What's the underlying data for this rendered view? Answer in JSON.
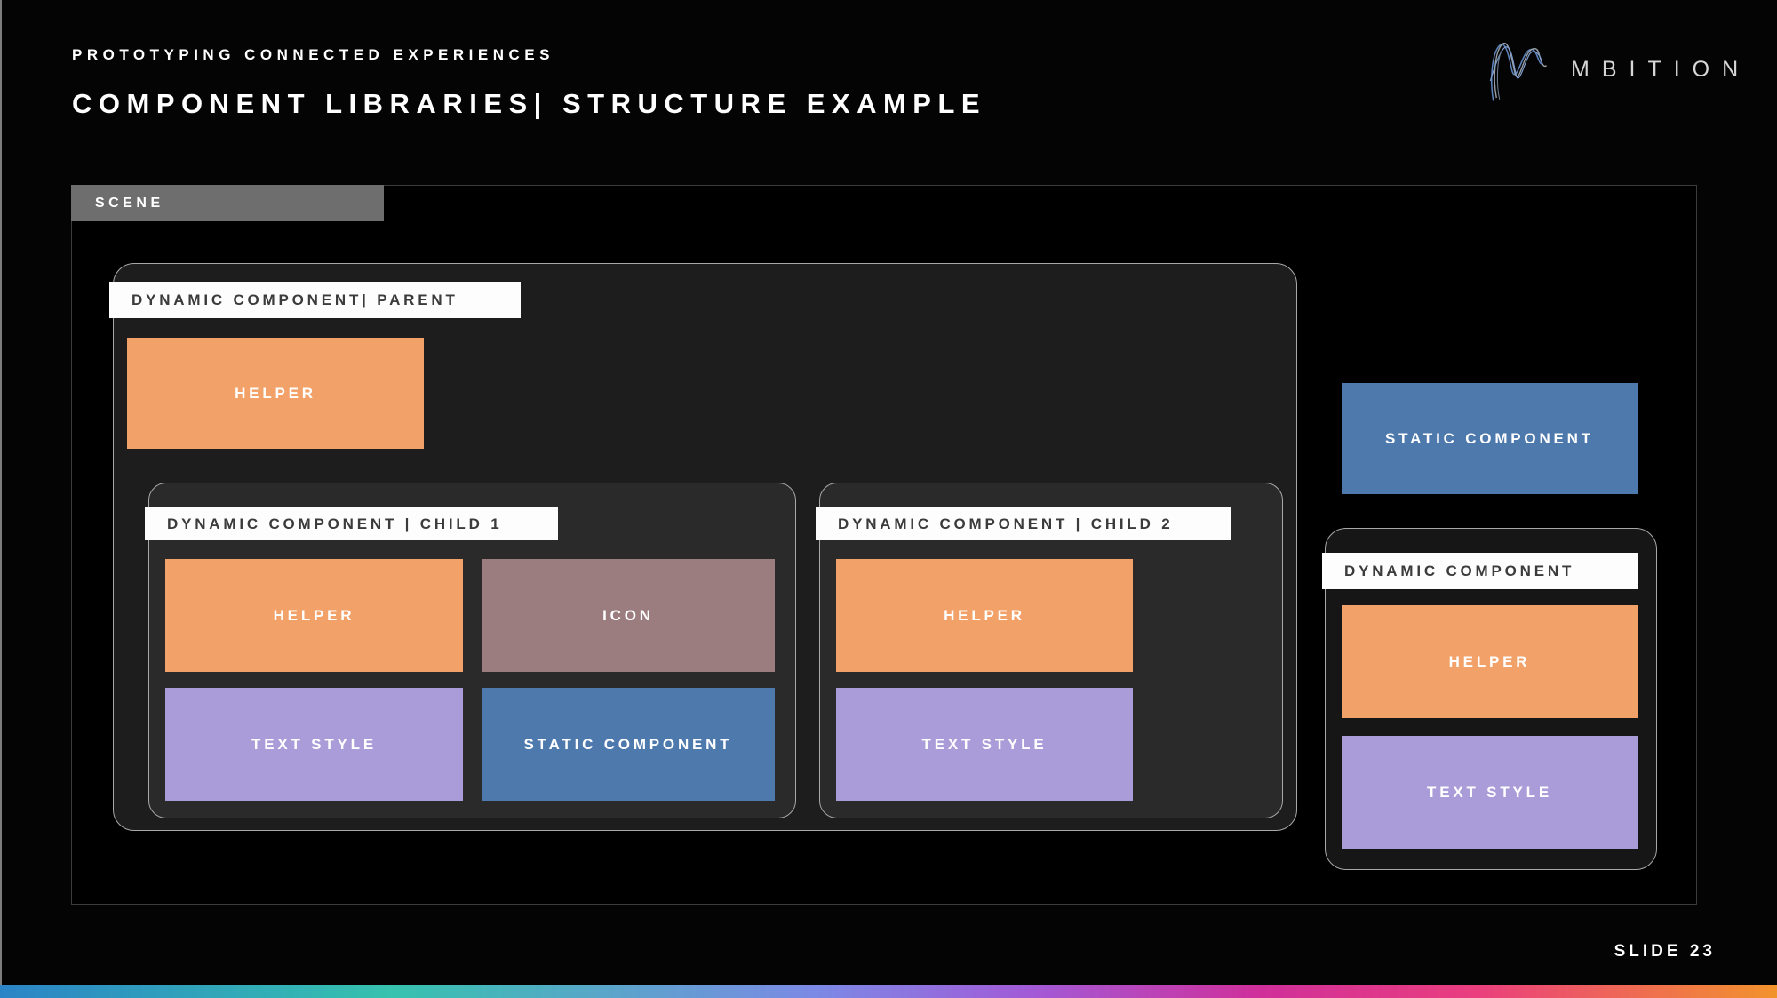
{
  "header": {
    "eyebrow": "PROTOTYPING CONNECTED EXPERIENCES",
    "title": "COMPONENT LIBRARIES| STRUCTURE EXAMPLE"
  },
  "logo": {
    "wordmark": "MBITION"
  },
  "scene": {
    "label": "SCENE"
  },
  "parent": {
    "label": "DYNAMIC COMPONENT| PARENT",
    "helper_label": "HELPER"
  },
  "child1": {
    "label": "DYNAMIC COMPONENT | CHILD 1",
    "helper_label": "HELPER",
    "icon_label": "ICON",
    "text_style_label": "TEXT STYLE",
    "static_label": "STATIC COMPONENT"
  },
  "child2": {
    "label": "DYNAMIC COMPONENT | CHILD 2",
    "helper_label": "HELPER",
    "text_style_label": "TEXT STYLE"
  },
  "right": {
    "static_label": "STATIC COMPONENT",
    "container_label": "DYNAMIC COMPONENT",
    "helper_label": "HELPER",
    "text_style_label": "TEXT STYLE"
  },
  "footer": {
    "slide_number": "SLIDE 23"
  },
  "theme": {
    "colors": {
      "helper": "#f2a269",
      "icon": "#9b7d80",
      "text_style": "#a99cd8",
      "static": "#4e79ad",
      "scene_tag_bg": "#6e6e6e",
      "parent_bg": "#1d1d1d",
      "child_bg": "#2a2a2a",
      "right_bg": "#161616",
      "g0": "#2b84c6",
      "g1": "#36c2ae",
      "g2": "#7c89e5",
      "g3": "#a25ad7",
      "g4": "#d02f9a",
      "g5": "#ea3e7e",
      "g6": "#f2932c"
    }
  }
}
